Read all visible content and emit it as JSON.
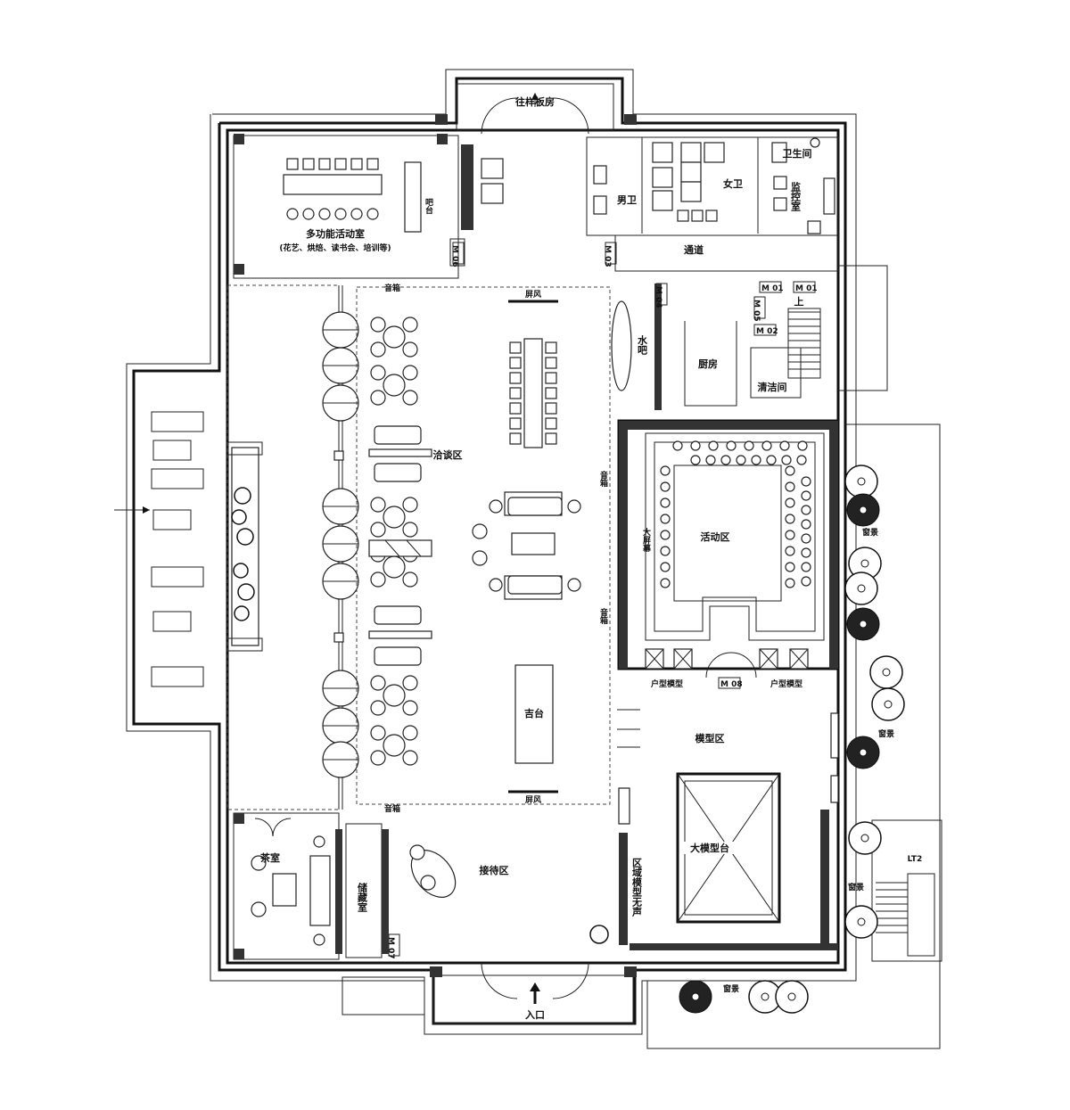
{
  "labels": {
    "multi_room": "多功能活动室",
    "multi_room_sub": "(花艺、烘焙、读书会、培训等)",
    "bar": "吧台",
    "to_sample": "往样板房",
    "male_wc": "男卫",
    "female_wc": "女卫",
    "wc": "卫生间",
    "monitor": "监控室",
    "corridor": "通道",
    "water_bar": "水吧",
    "kitchen": "厨房",
    "up": "上",
    "cleaning": "清洁间",
    "screen_top": "屏风",
    "screen_bottom": "屏风",
    "speaker_tl": "音箱",
    "speaker_bl": "音箱",
    "speaker_r1": "音箱",
    "speaker_r2": "音箱",
    "negotiation": "洽谈区",
    "activity": "活动区",
    "big_screen": "大屏幕",
    "unit_model_l": "户型模型",
    "unit_model_r": "户型模型",
    "model_area": "模型区",
    "stage": "吉台",
    "big_model": "大模型台",
    "tea_room": "茶室",
    "storage": "储藏室",
    "reception": "接待区",
    "regional_model": "区域模型无声",
    "entrance": "入口",
    "landscape1": "窗景",
    "landscape2": "窗景",
    "landscape3": "窗景",
    "landscape4": "窗景",
    "lt2": "LT2",
    "door_m01a": "M 01",
    "door_m01b": "M 01",
    "door_m02": "M 02",
    "door_m03": "M 03",
    "door_m04": "M 04",
    "door_m05": "M 05",
    "door_m06": "M 06",
    "door_m07": "M 07",
    "door_m08": "M 08"
  }
}
